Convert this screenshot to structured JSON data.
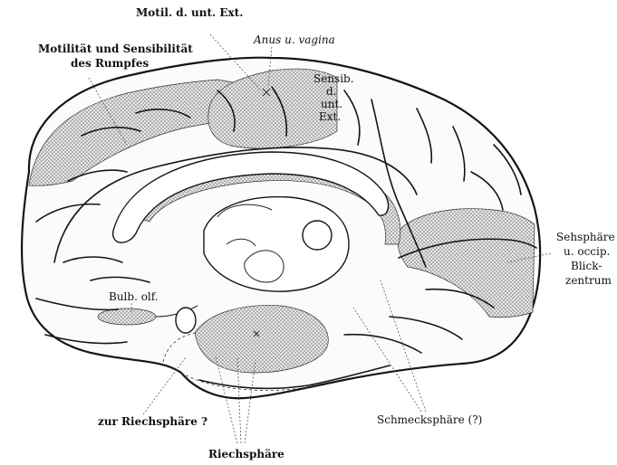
{
  "labels": {
    "motil_unt_ext": "Motil. d. unt. Ext.",
    "anus_vagina": "Anus u. vagina",
    "motilitaet_1": "Motilität und Sensibilität",
    "motilitaet_2": "des Rumpfes",
    "sensib_1": "Sensib.",
    "sensib_2": "d.",
    "sensib_3": "unt.",
    "sensib_4": "Ext.",
    "sehsphaere_1": "Sehsphäre",
    "sehsphaere_2": "u. occip.",
    "sehsphaere_3": "Blick-",
    "sehsphaere_4": "zentrum",
    "bulb_olf": "Bulb. olf.",
    "zur_riechsphaere": "zur Riechsphäre ?",
    "schmecksphaere": "Schmecksphäre (?)",
    "riechsphaere": "Riechsphäre"
  }
}
